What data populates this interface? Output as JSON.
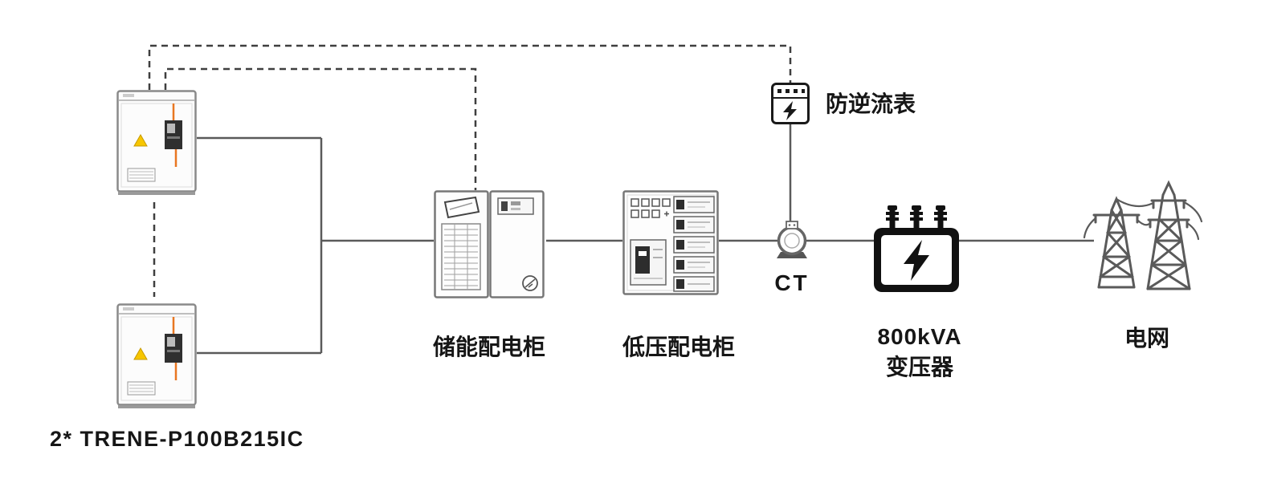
{
  "diagram": {
    "battery_label": "2* TRENE-P100B215IC",
    "storage_cabinet_label": "储能配电柜",
    "lv_cabinet_label": "低压配电柜",
    "ct_label": "CT",
    "meter_label": "防逆流表",
    "transformer_label_line1": "800kVA",
    "transformer_label_line2": "变压器",
    "grid_label": "电网",
    "colors": {
      "line": "#5a5a5a",
      "dashed_line": "#3f3f3f",
      "accent_orange": "#e87722",
      "warning_yellow": "#f7c600",
      "dark": "#111111"
    }
  }
}
